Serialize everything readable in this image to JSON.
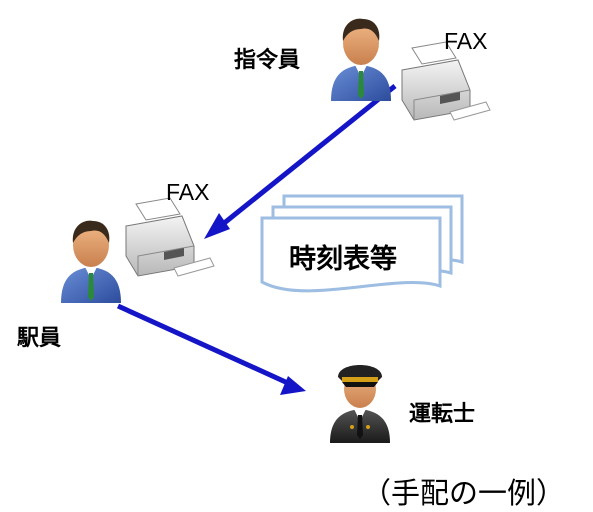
{
  "labels": {
    "dispatcher": "指令員",
    "fax_top": "FAX",
    "fax_left": "FAX",
    "station_staff": "駅員",
    "driver": "運転士",
    "document": "時刻表等",
    "caption": "（手配の一例）"
  },
  "colors": {
    "arrow": "#1515c8",
    "document_border": "#9dbde2",
    "suit": "#3c64b4",
    "skin": "#e0a06e",
    "hair": "#3a2a1c",
    "fax_body": "#dcdcdc"
  },
  "icons": [
    "dispatcher-person-icon",
    "fax-machine-icon",
    "station-staff-person-icon",
    "fax-machine-icon",
    "train-driver-icon",
    "document-stack-icon"
  ]
}
